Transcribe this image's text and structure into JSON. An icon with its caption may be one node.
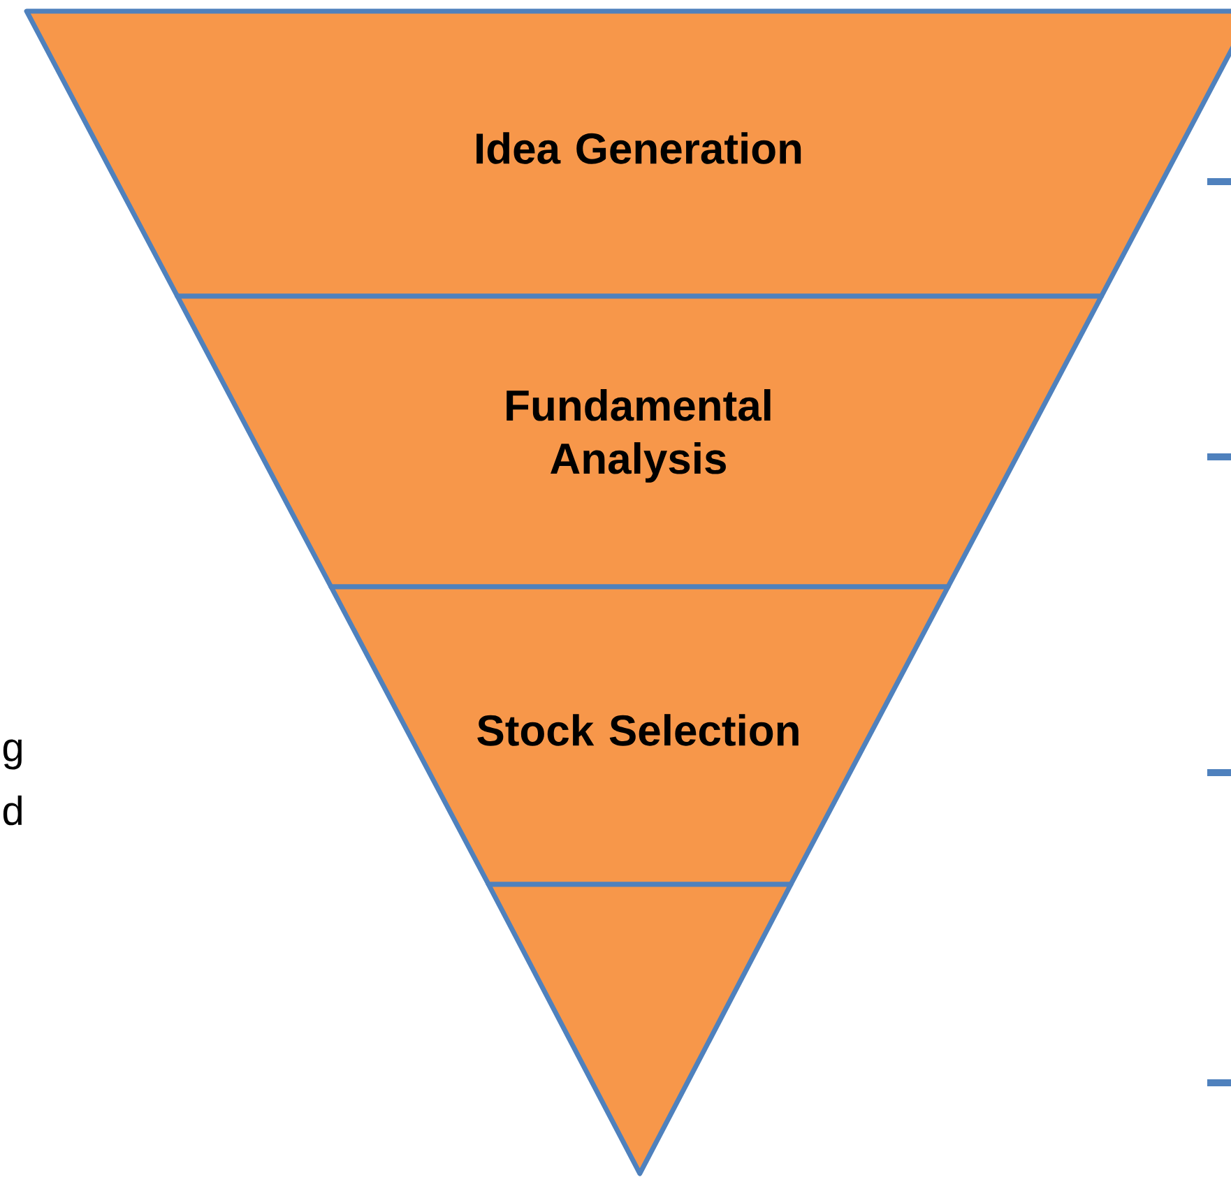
{
  "diagram": {
    "nodes": [
      {
        "text": [
          "Idea Generation"
        ]
      },
      {
        "text": [
          "Fundamental Analysis"
        ]
      },
      {
        "text": [
          "Stock Selection"
        ]
      },
      {
        "text": [],
        "shape": "triangle"
      }
    ],
    "labels": [
      "g",
      "d"
    ]
  }
}
